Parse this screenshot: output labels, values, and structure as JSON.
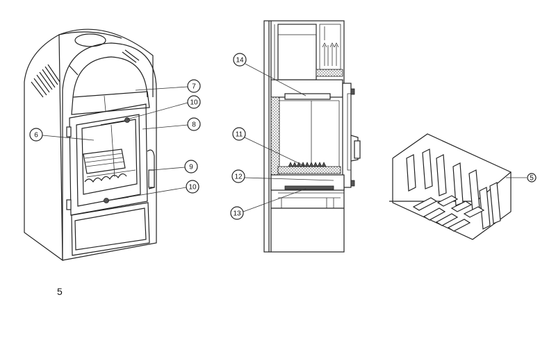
{
  "callouts": {
    "c5": "5",
    "c6": "6",
    "c7": "7",
    "c8": "8",
    "c9": "9",
    "c10a": "10",
    "c10b": "10",
    "c11": "11",
    "c12": "12",
    "c13": "13",
    "c14": "14"
  },
  "footer": {
    "page_number": "5"
  }
}
